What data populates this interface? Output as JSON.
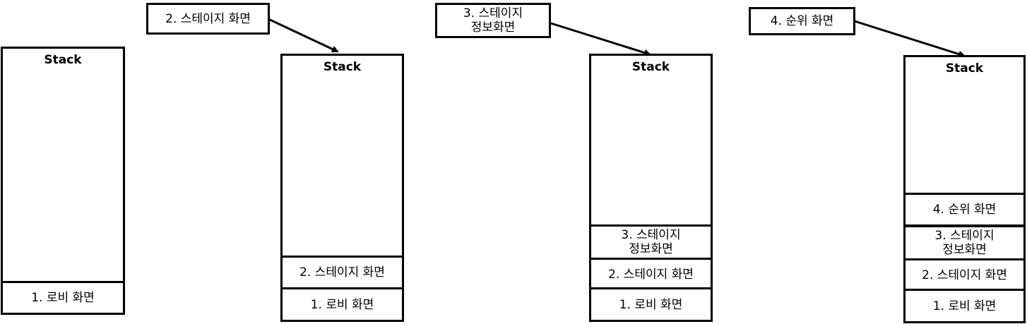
{
  "stack_label": "Stack",
  "screens": {
    "lobby": "1. 로비 화면",
    "stage": "2. 스테이지 화면",
    "stage_info": "3. 스테이지\n정보화면",
    "ranking": "4. 순위 화면"
  },
  "push_labels": {
    "step2": "2. 스테이지 화면",
    "step3": "3. 스테이지\n정보화면",
    "step4": "4. 순위 화면"
  }
}
